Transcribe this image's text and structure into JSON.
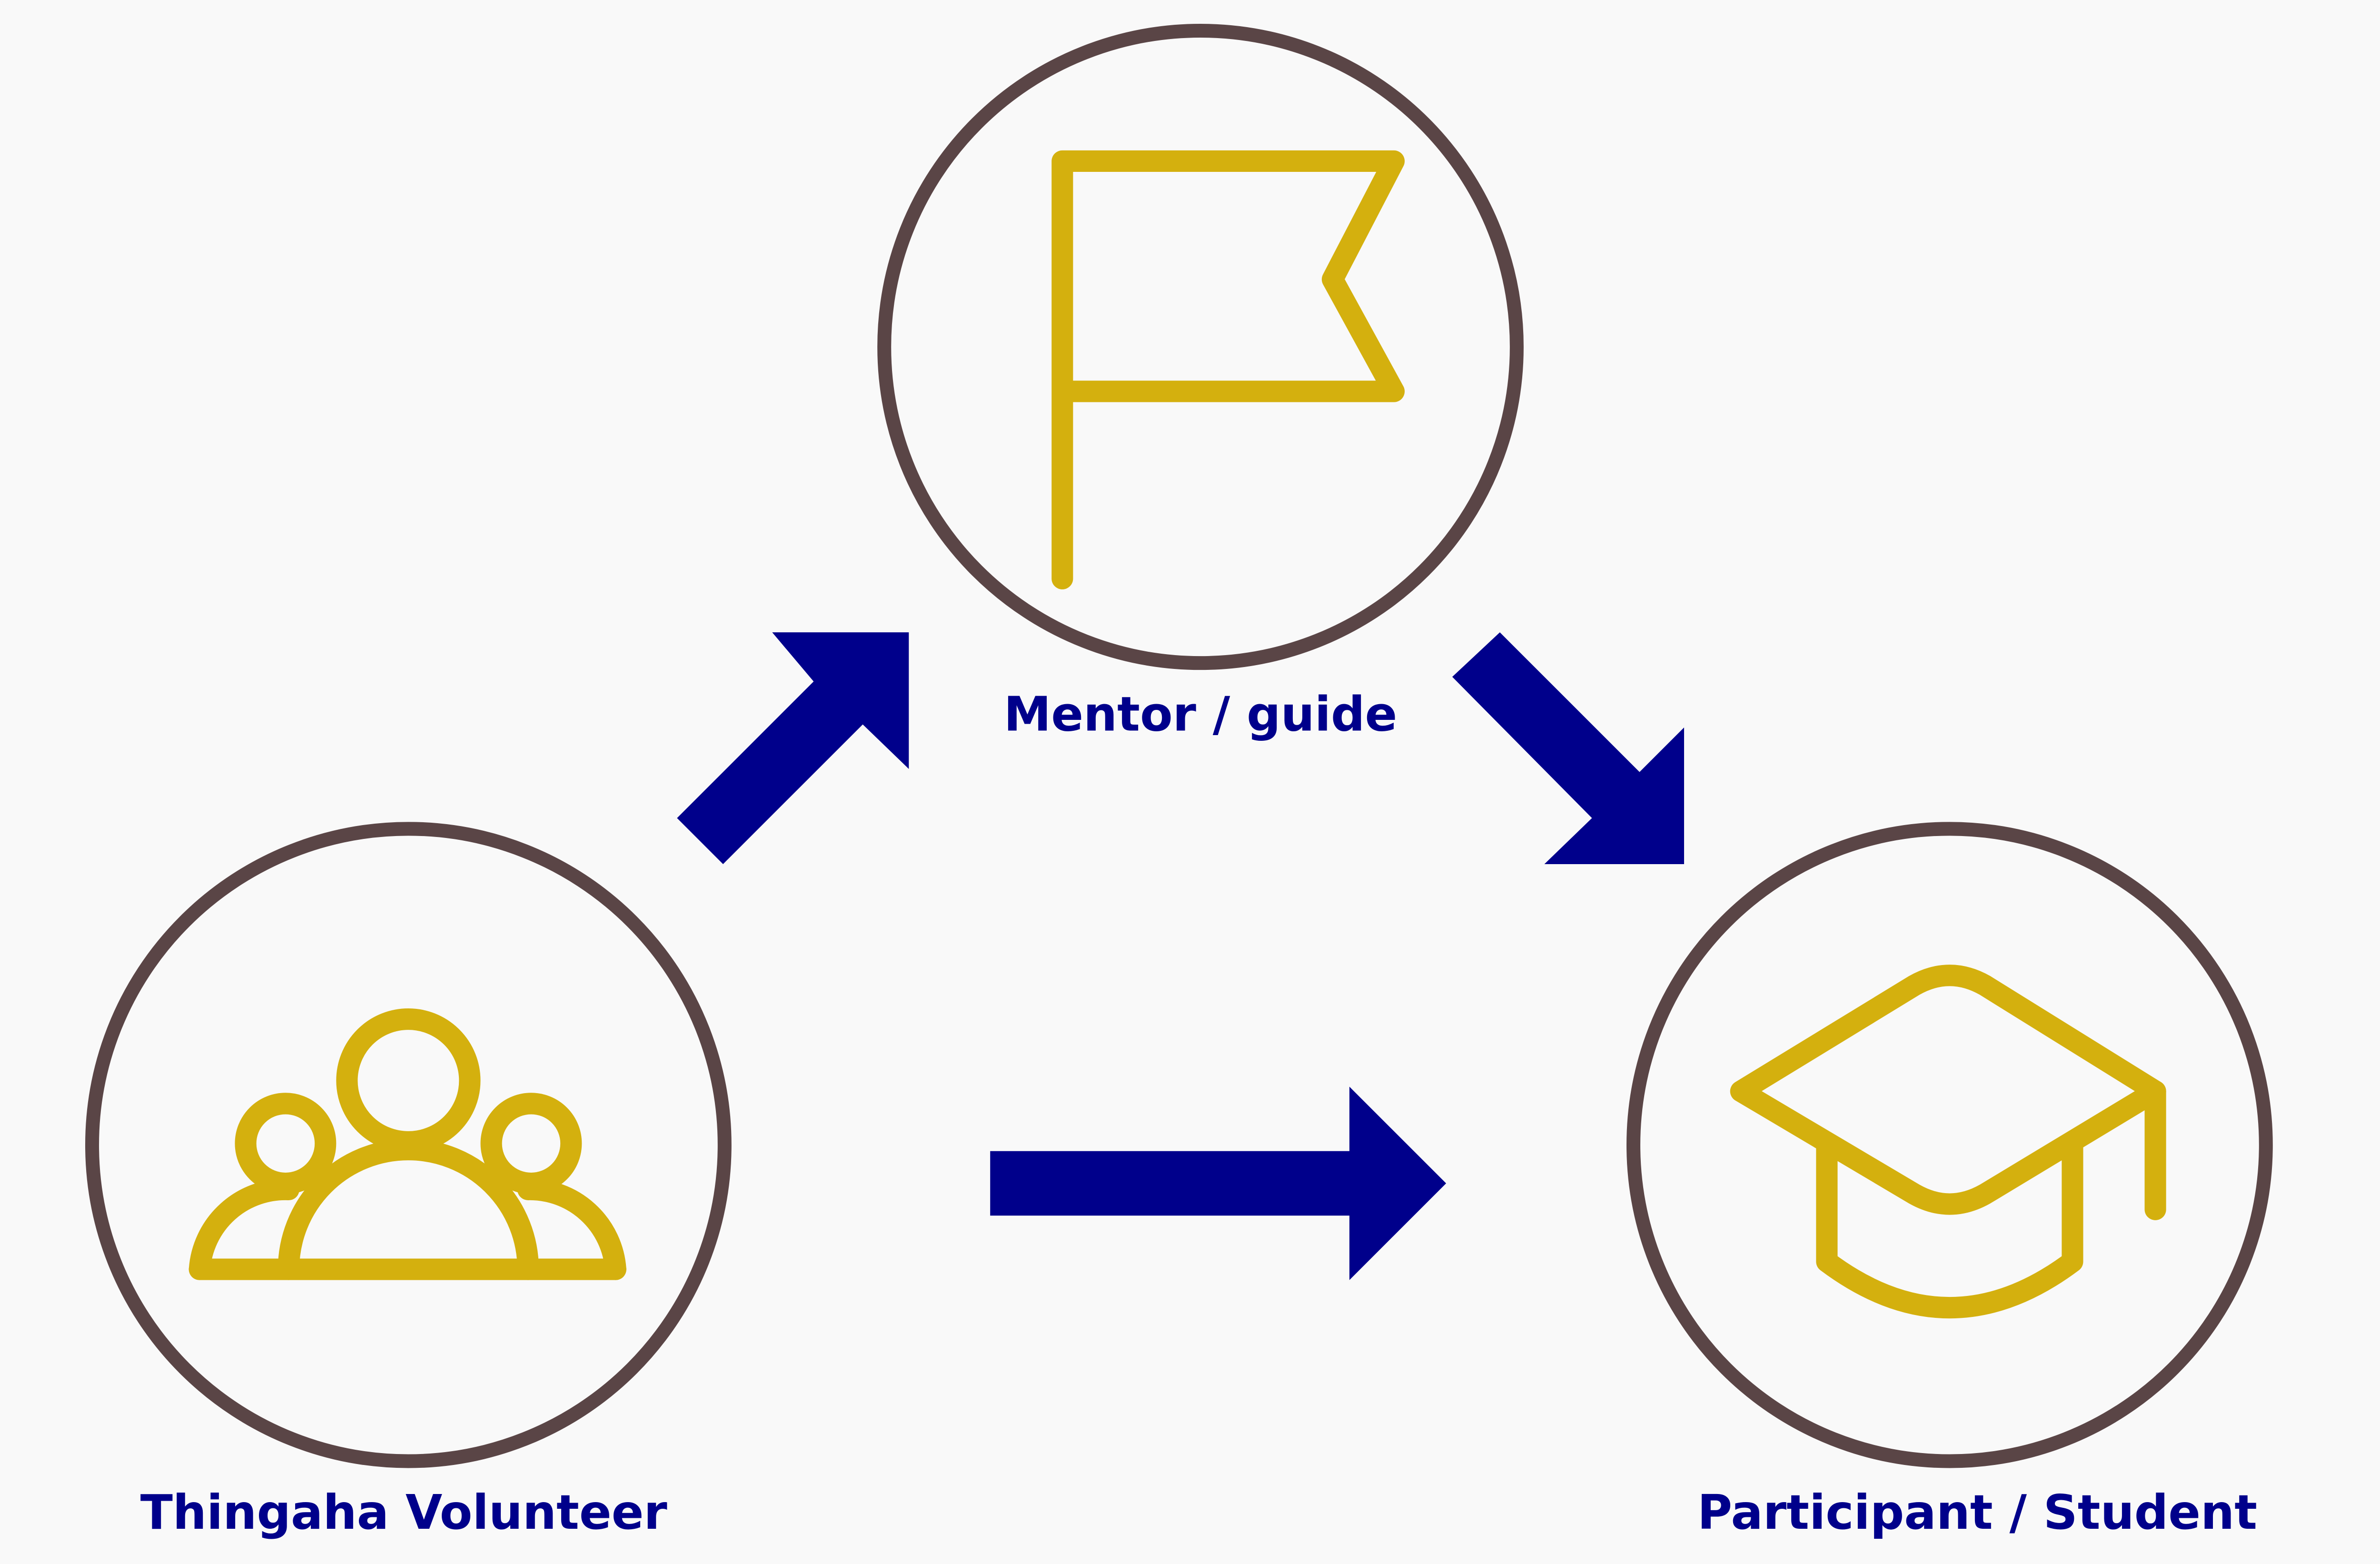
{
  "nodes": {
    "volunteer": {
      "label": "Thingaha Volunteer",
      "icon": "people-group-icon"
    },
    "mentor": {
      "label": "Mentor / guide",
      "icon": "flag-icon"
    },
    "student": {
      "label": "Participant / Student",
      "icon": "graduation-cap-icon"
    }
  },
  "edges": [
    {
      "from": "volunteer",
      "to": "mentor"
    },
    {
      "from": "mentor",
      "to": "student"
    },
    {
      "from": "volunteer",
      "to": "student"
    }
  ],
  "colors": {
    "background": "#f9f9f9",
    "ring": "#5a4546",
    "icon": "#d4b00e",
    "arrow": "#00008b",
    "label": "#00008b"
  }
}
